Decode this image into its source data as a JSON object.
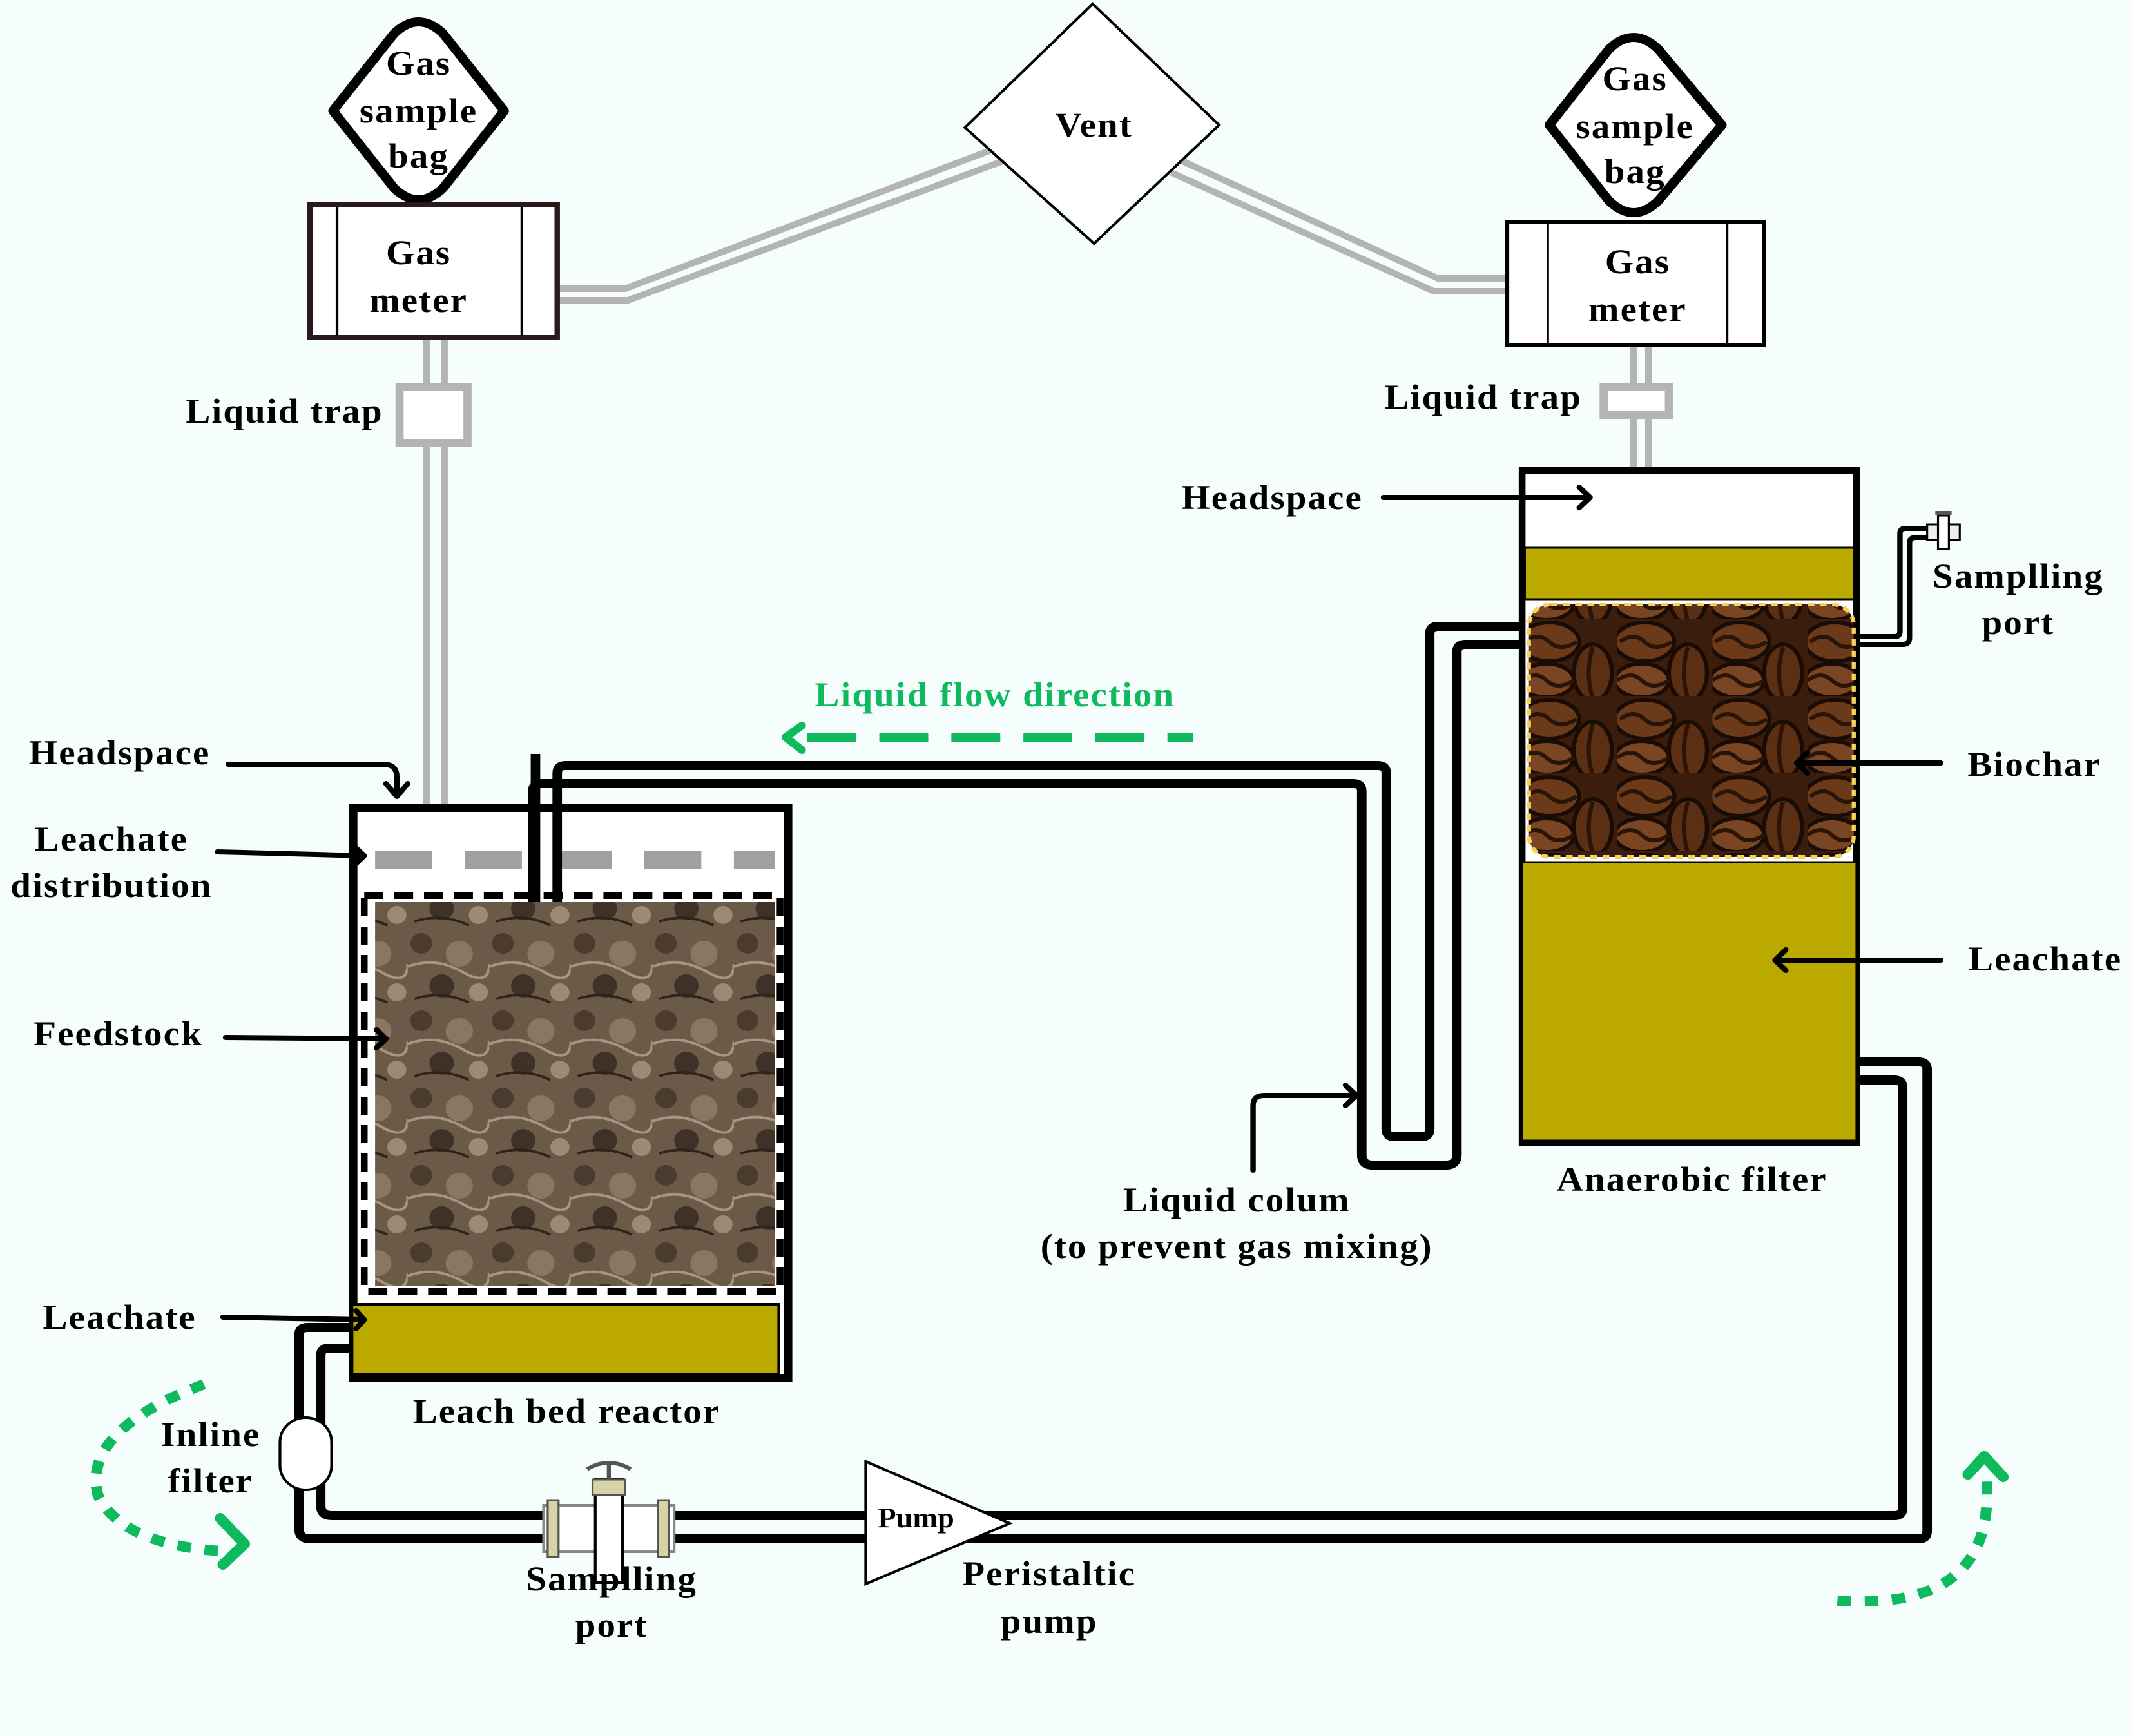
{
  "gas_sample_bag_left": {
    "lines": [
      "Gas",
      "sample",
      "bag"
    ]
  },
  "gas_sample_bag_right": {
    "lines": [
      "Gas",
      "sample",
      "bag"
    ]
  },
  "gas_meter_left": {
    "lines": [
      "Gas",
      "meter"
    ]
  },
  "gas_meter_right": {
    "lines": [
      "Gas",
      "meter"
    ]
  },
  "vent": {
    "label": "Vent"
  },
  "liquid_trap_left": {
    "label": "Liquid trap"
  },
  "liquid_trap_right": {
    "label": "Liquid trap"
  },
  "leach_bed_reactor": {
    "title": "Leach bed reactor",
    "labels": {
      "headspace": "Headspace",
      "leachate_distribution": [
        "Leachate",
        "distribution"
      ],
      "feedstock": "Feedstock",
      "leachate": "Leachate"
    }
  },
  "anaerobic_filter": {
    "title": "Anaerobic filter",
    "labels": {
      "headspace": "Headspace",
      "sampling_port": [
        "Samplling",
        "port"
      ],
      "biochar": "Biochar",
      "leachate": "Leachate"
    }
  },
  "flow": {
    "label": "Liquid flow direction"
  },
  "liquid_column": {
    "lines": [
      "Liquid colum",
      "(to prevent gas mixing)"
    ]
  },
  "inline_filter": {
    "lines": [
      "Inline",
      "filter"
    ]
  },
  "bottom_sampling_port": {
    "lines": [
      "Samplling",
      "port"
    ]
  },
  "pump": {
    "symbol_label": "Pump",
    "lines": [
      "Peristaltic",
      "pump"
    ]
  },
  "colors": {
    "background": "#f6fdfd",
    "leachate": "#bba900",
    "flow_green": "#0fba5e",
    "gas_pipe": "#b4b4b4",
    "biochar": "#5a2f14",
    "feedstock": "#6b5a48"
  }
}
